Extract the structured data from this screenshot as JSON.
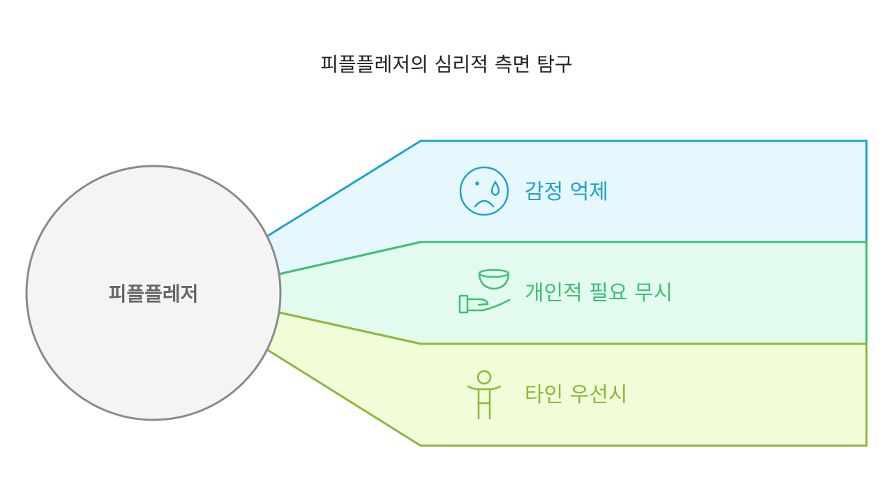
{
  "title": "피플플레저의 심리적 측면 탐구",
  "center": {
    "label": "피플플레저"
  },
  "branches": [
    {
      "label": "감정 억제",
      "icon": "crying-face-icon",
      "stroke": "#1aa3d1",
      "fill": "#e6f7fd",
      "text_color": "#1aa3d1"
    },
    {
      "label": "개인적 필요 무시",
      "icon": "hand-holding-bowl-icon",
      "stroke": "#3dbf73",
      "fill": "#e3fbee",
      "text_color": "#3dbf73"
    },
    {
      "label": "타인 우선시",
      "icon": "person-icon",
      "stroke": "#8db83a",
      "fill": "#f1fcd8",
      "text_color": "#8db83a"
    }
  ],
  "colors": {
    "circle_fill": "#f4f4f4",
    "circle_stroke": "#8a8a8a",
    "title_text": "#222222"
  }
}
